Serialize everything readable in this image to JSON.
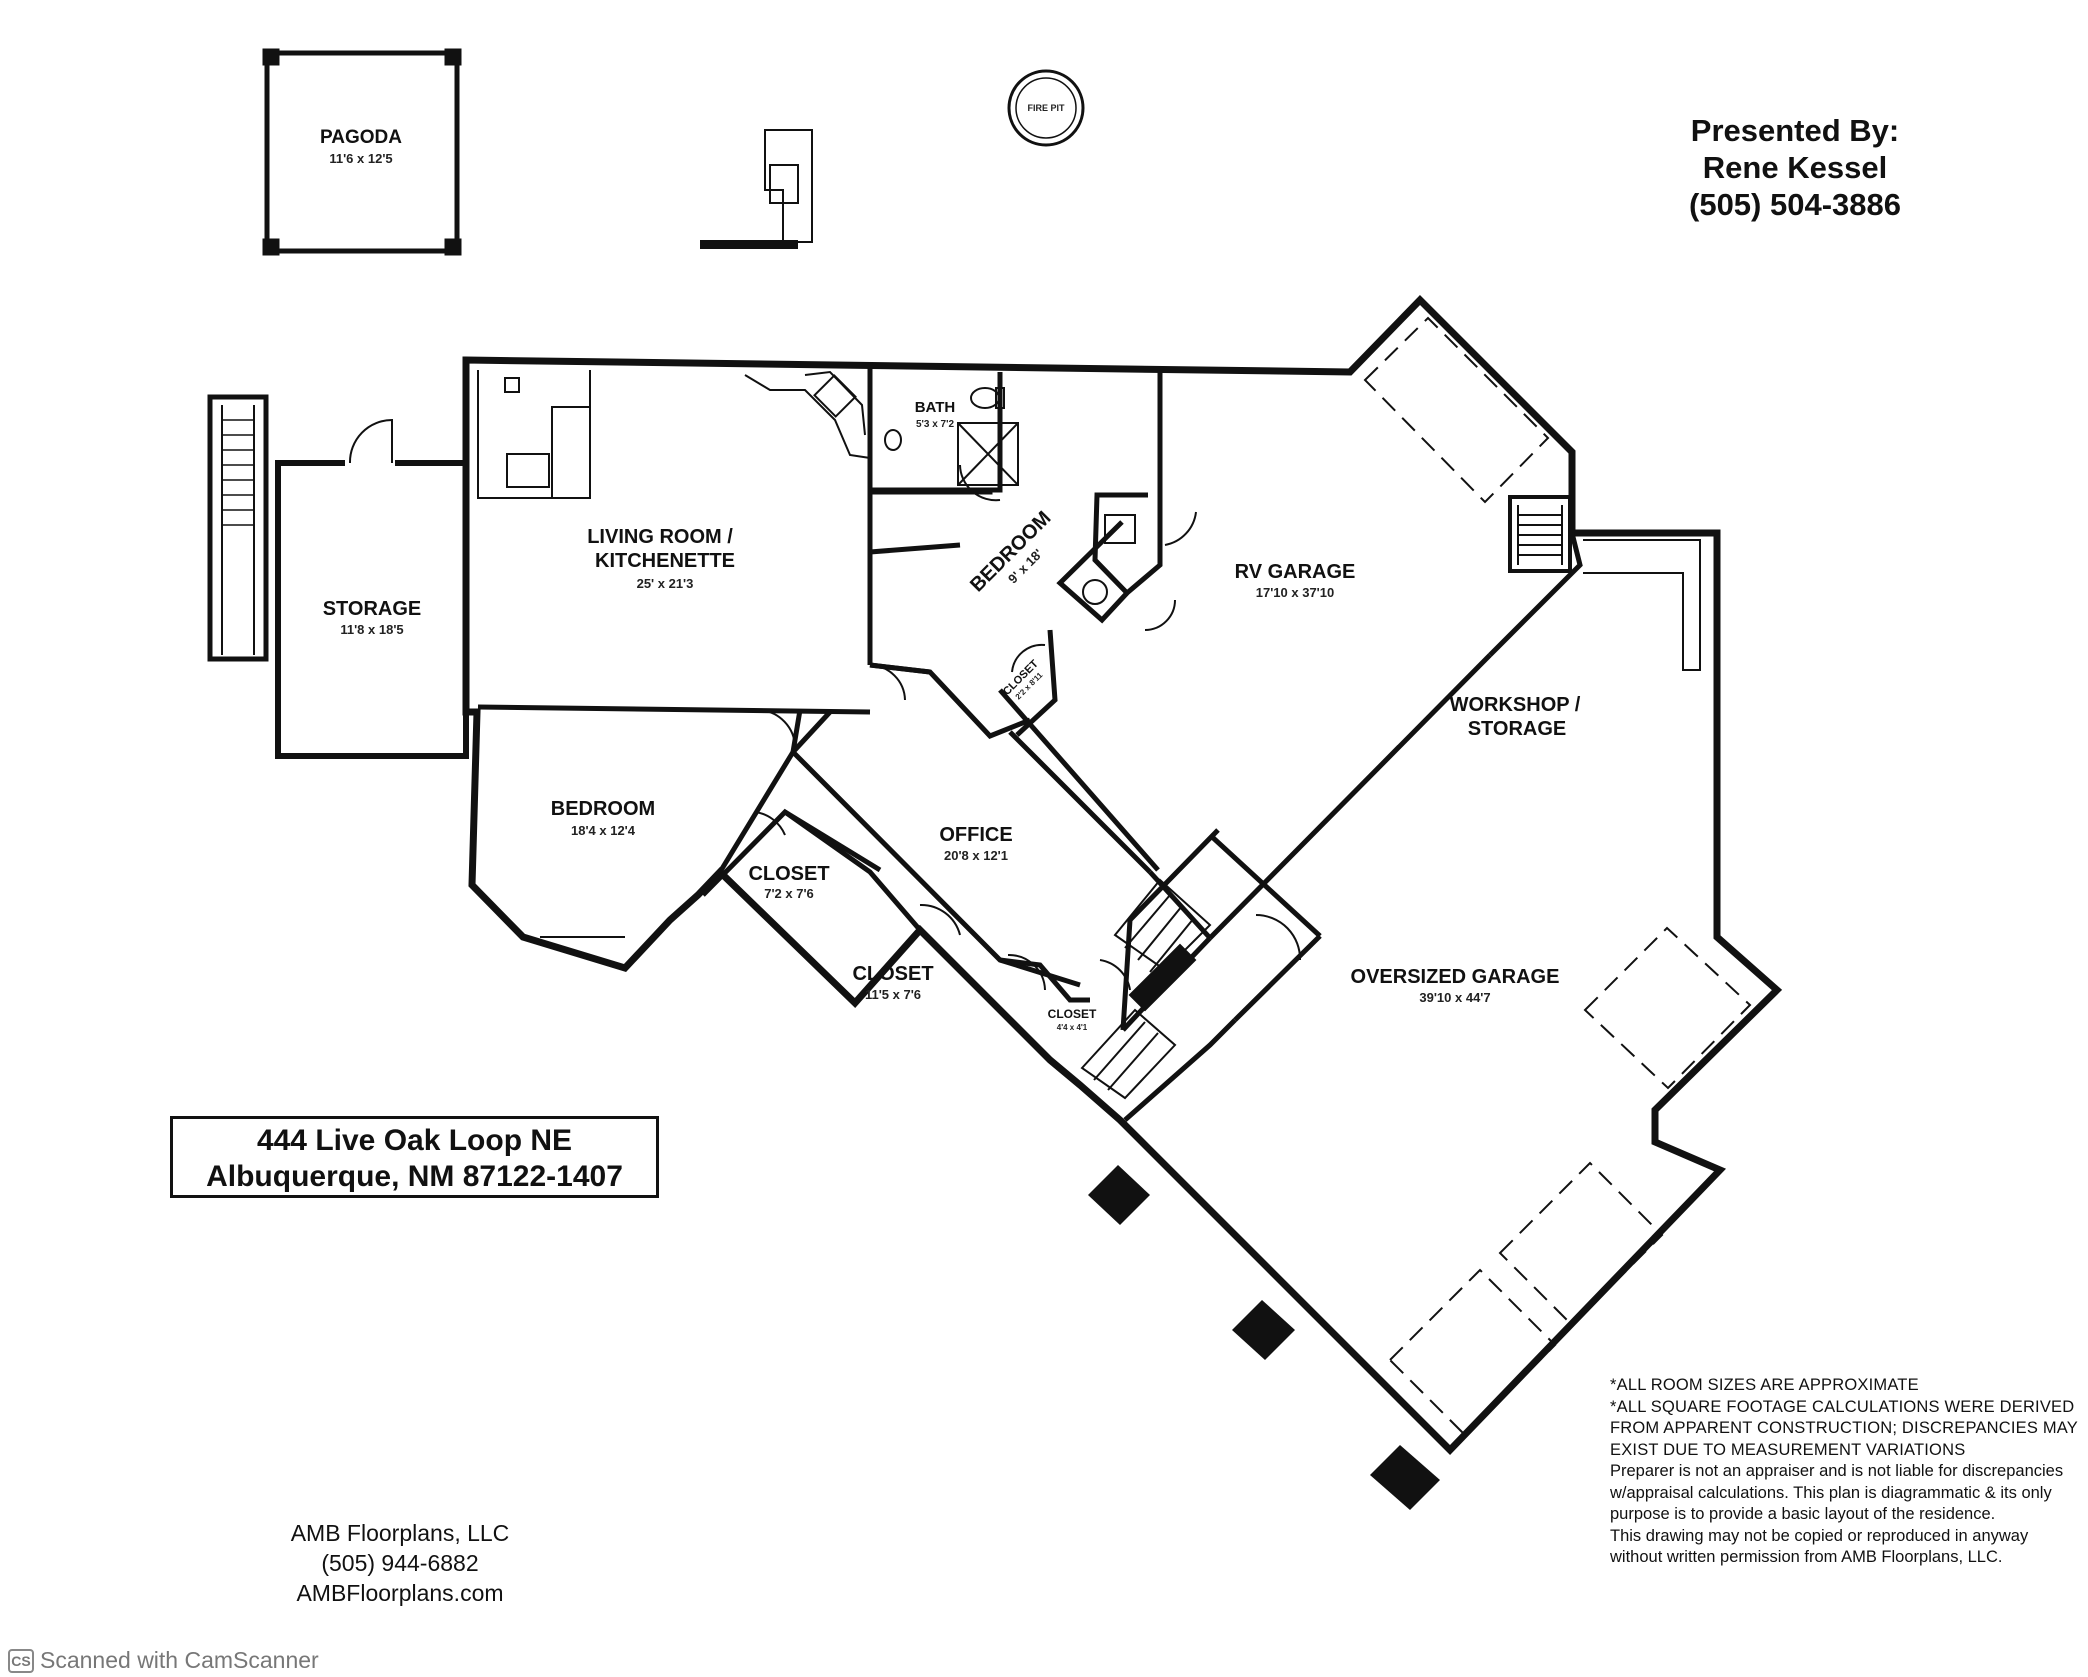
{
  "presented_by": {
    "line1": "Presented By:",
    "name": "Rene Kessel",
    "phone": "(505) 504-3886"
  },
  "rooms": {
    "pagoda": {
      "name": "PAGODA",
      "dims": "11'6 x 12'5"
    },
    "fire_pit": {
      "name": "FIRE PIT"
    },
    "storage": {
      "name": "STORAGE",
      "dims": "11'8 x 18'5"
    },
    "living": {
      "name1": "LIVING ROOM /",
      "name2": "KITCHENETTE",
      "dims": "25' x 21'3"
    },
    "bath": {
      "name": "BATH",
      "dims": "5'3 x 7'2"
    },
    "bedroom_small": {
      "name": "BEDROOM",
      "dims": "9' x 18'"
    },
    "rv_garage": {
      "name": "RV GARAGE",
      "dims": "17'10 x 37'10"
    },
    "closet_small": {
      "name": "CLOSET",
      "dims": "2'2 x 8'11"
    },
    "workshop": {
      "name1": "WORKSHOP /",
      "name2": "STORAGE"
    },
    "bedroom_main": {
      "name": "BEDROOM",
      "dims": "18'4 x 12'4"
    },
    "office": {
      "name": "OFFICE",
      "dims": "20'8 x 12'1"
    },
    "closet_a": {
      "name": "CLOSET",
      "dims": "7'2 x 7'6"
    },
    "closet_b": {
      "name": "CLOSET",
      "dims": "11'5 x 7'6"
    },
    "closet_c": {
      "name": "CLOSET",
      "dims": "4'4 x 4'1"
    },
    "oversized_garage": {
      "name": "OVERSIZED GARAGE",
      "dims": "39'10 x 44'7"
    }
  },
  "address": {
    "line1": "444 Live Oak Loop NE",
    "line2": "Albuquerque, NM 87122-1407"
  },
  "company": {
    "name": "AMB Floorplans, LLC",
    "phone": "(505) 944-6882",
    "website": "AMBFloorplans.com"
  },
  "disclaimer": {
    "line1": "*ALL ROOM SIZES ARE APPROXIMATE",
    "line2": "*ALL SQUARE FOOTAGE CALCULATIONS WERE DERIVED FROM APPARENT CONSTRUCTION; DISCREPANCIES MAY EXIST DUE TO MEASUREMENT VARIATIONS",
    "line3": "Preparer is not an appraiser and is not liable for discrepancies w/appraisal calculations.  This plan is diagrammatic & its only purpose is to provide a basic layout of the residence.",
    "line4": "This drawing may not be copied or reproduced in anyway without written permission from AMB Floorplans, LLC."
  },
  "footer": {
    "badge": "CS",
    "text": "Scanned with CamScanner"
  }
}
